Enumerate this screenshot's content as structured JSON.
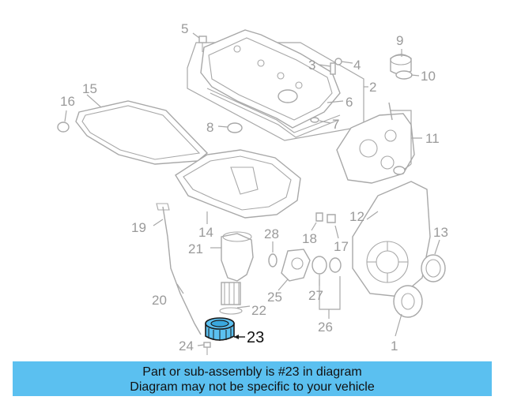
{
  "callouts": [
    {
      "id": "1",
      "label": "1"
    },
    {
      "id": "2",
      "label": "2"
    },
    {
      "id": "3",
      "label": "3"
    },
    {
      "id": "4",
      "label": "4"
    },
    {
      "id": "5",
      "label": "5"
    },
    {
      "id": "6",
      "label": "6"
    },
    {
      "id": "7",
      "label": "7"
    },
    {
      "id": "8",
      "label": "8"
    },
    {
      "id": "9",
      "label": "9"
    },
    {
      "id": "10",
      "label": "10"
    },
    {
      "id": "11",
      "label": "11"
    },
    {
      "id": "12",
      "label": "12"
    },
    {
      "id": "13",
      "label": "13"
    },
    {
      "id": "14",
      "label": "14"
    },
    {
      "id": "15",
      "label": "15"
    },
    {
      "id": "16",
      "label": "16"
    },
    {
      "id": "17",
      "label": "17"
    },
    {
      "id": "18",
      "label": "18"
    },
    {
      "id": "19",
      "label": "19"
    },
    {
      "id": "20",
      "label": "20"
    },
    {
      "id": "21",
      "label": "21"
    },
    {
      "id": "22",
      "label": "22"
    },
    {
      "id": "23",
      "label": "23"
    },
    {
      "id": "24",
      "label": "24"
    },
    {
      "id": "25",
      "label": "25"
    },
    {
      "id": "26",
      "label": "26"
    },
    {
      "id": "27",
      "label": "27"
    },
    {
      "id": "28",
      "label": "28"
    }
  ],
  "highlighted_part": "23",
  "colors": {
    "highlight": "#5bc0f0",
    "line_art": "#a8a8a8",
    "label_text": "#9a9a9a",
    "banner_background": "#5bc0f0"
  },
  "banner": {
    "line1": "Part or sub-assembly is #23 in diagram",
    "line2": "Diagram may not be specific to your vehicle"
  }
}
